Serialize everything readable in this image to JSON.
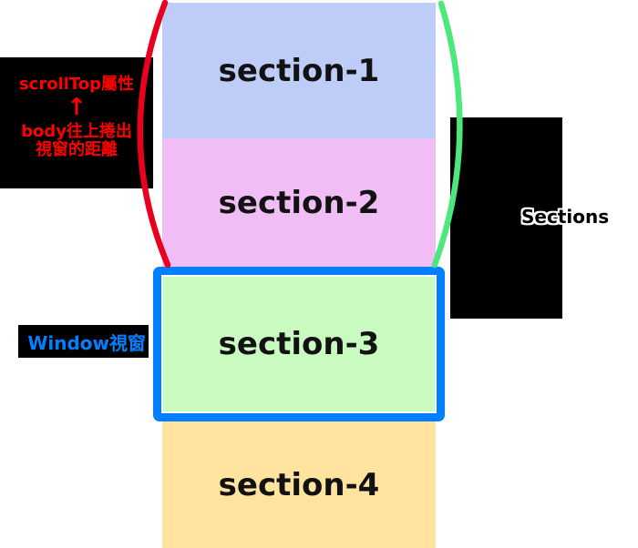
{
  "diagram": {
    "scrolltop_label": {
      "title": "scrollTop屬性",
      "arrow": "↑",
      "desc_line1": "body往上捲出",
      "desc_line2": "視窗的距離"
    },
    "window_label": "Window視窗",
    "right_label": "Sections",
    "sections": [
      {
        "label": "section-1",
        "color": "#bdcdf8"
      },
      {
        "label": "section-2",
        "color": "#f0bdf4"
      },
      {
        "label": "section-3",
        "color": "#c9fac0"
      },
      {
        "label": "section-4",
        "color": "#ffe39e"
      }
    ],
    "colors": {
      "viewport_border": "#0080ff",
      "red_bracket": "#e8001e",
      "green_bracket": "#4de87d",
      "label_red": "#ff0000",
      "label_blue": "#0080ff",
      "label_box_bg": "#000000"
    }
  }
}
